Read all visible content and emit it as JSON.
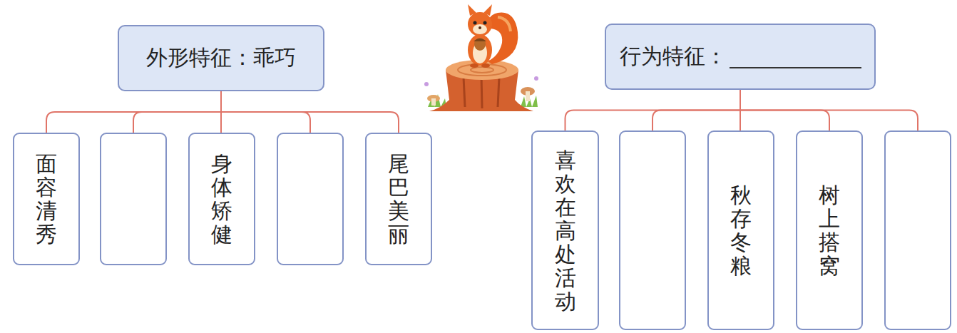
{
  "diagram": {
    "nodes": [
      {
        "text": [
          "外形特征：乖巧"
        ]
      },
      {
        "text": [
          "面容清秀"
        ]
      },
      {
        "text": []
      },
      {
        "text": [
          "身体矫健"
        ]
      },
      {
        "text": []
      },
      {
        "text": [
          "尾巴美丽"
        ]
      },
      {
        "text": [
          "行为特征："
        ]
      },
      {
        "text": [
          "喜欢在高处活动"
        ]
      },
      {
        "text": []
      },
      {
        "text": [
          "秋存冬粮"
        ]
      },
      {
        "text": [
          "树上搭窝"
        ]
      },
      {
        "text": []
      }
    ],
    "edges": [
      {
        "from": 0,
        "to": 1,
        "arrow": "none"
      },
      {
        "from": 0,
        "to": 2,
        "arrow": "none"
      },
      {
        "from": 0,
        "to": 3,
        "arrow": "none"
      },
      {
        "from": 0,
        "to": 4,
        "arrow": "none"
      },
      {
        "from": 0,
        "to": 5,
        "arrow": "none"
      },
      {
        "from": 6,
        "to": 7,
        "arrow": "none"
      },
      {
        "from": 6,
        "to": 8,
        "arrow": "none"
      },
      {
        "from": 6,
        "to": 9,
        "arrow": "none"
      },
      {
        "from": 6,
        "to": 10,
        "arrow": "none"
      },
      {
        "from": 6,
        "to": 11,
        "arrow": "none"
      }
    ]
  }
}
